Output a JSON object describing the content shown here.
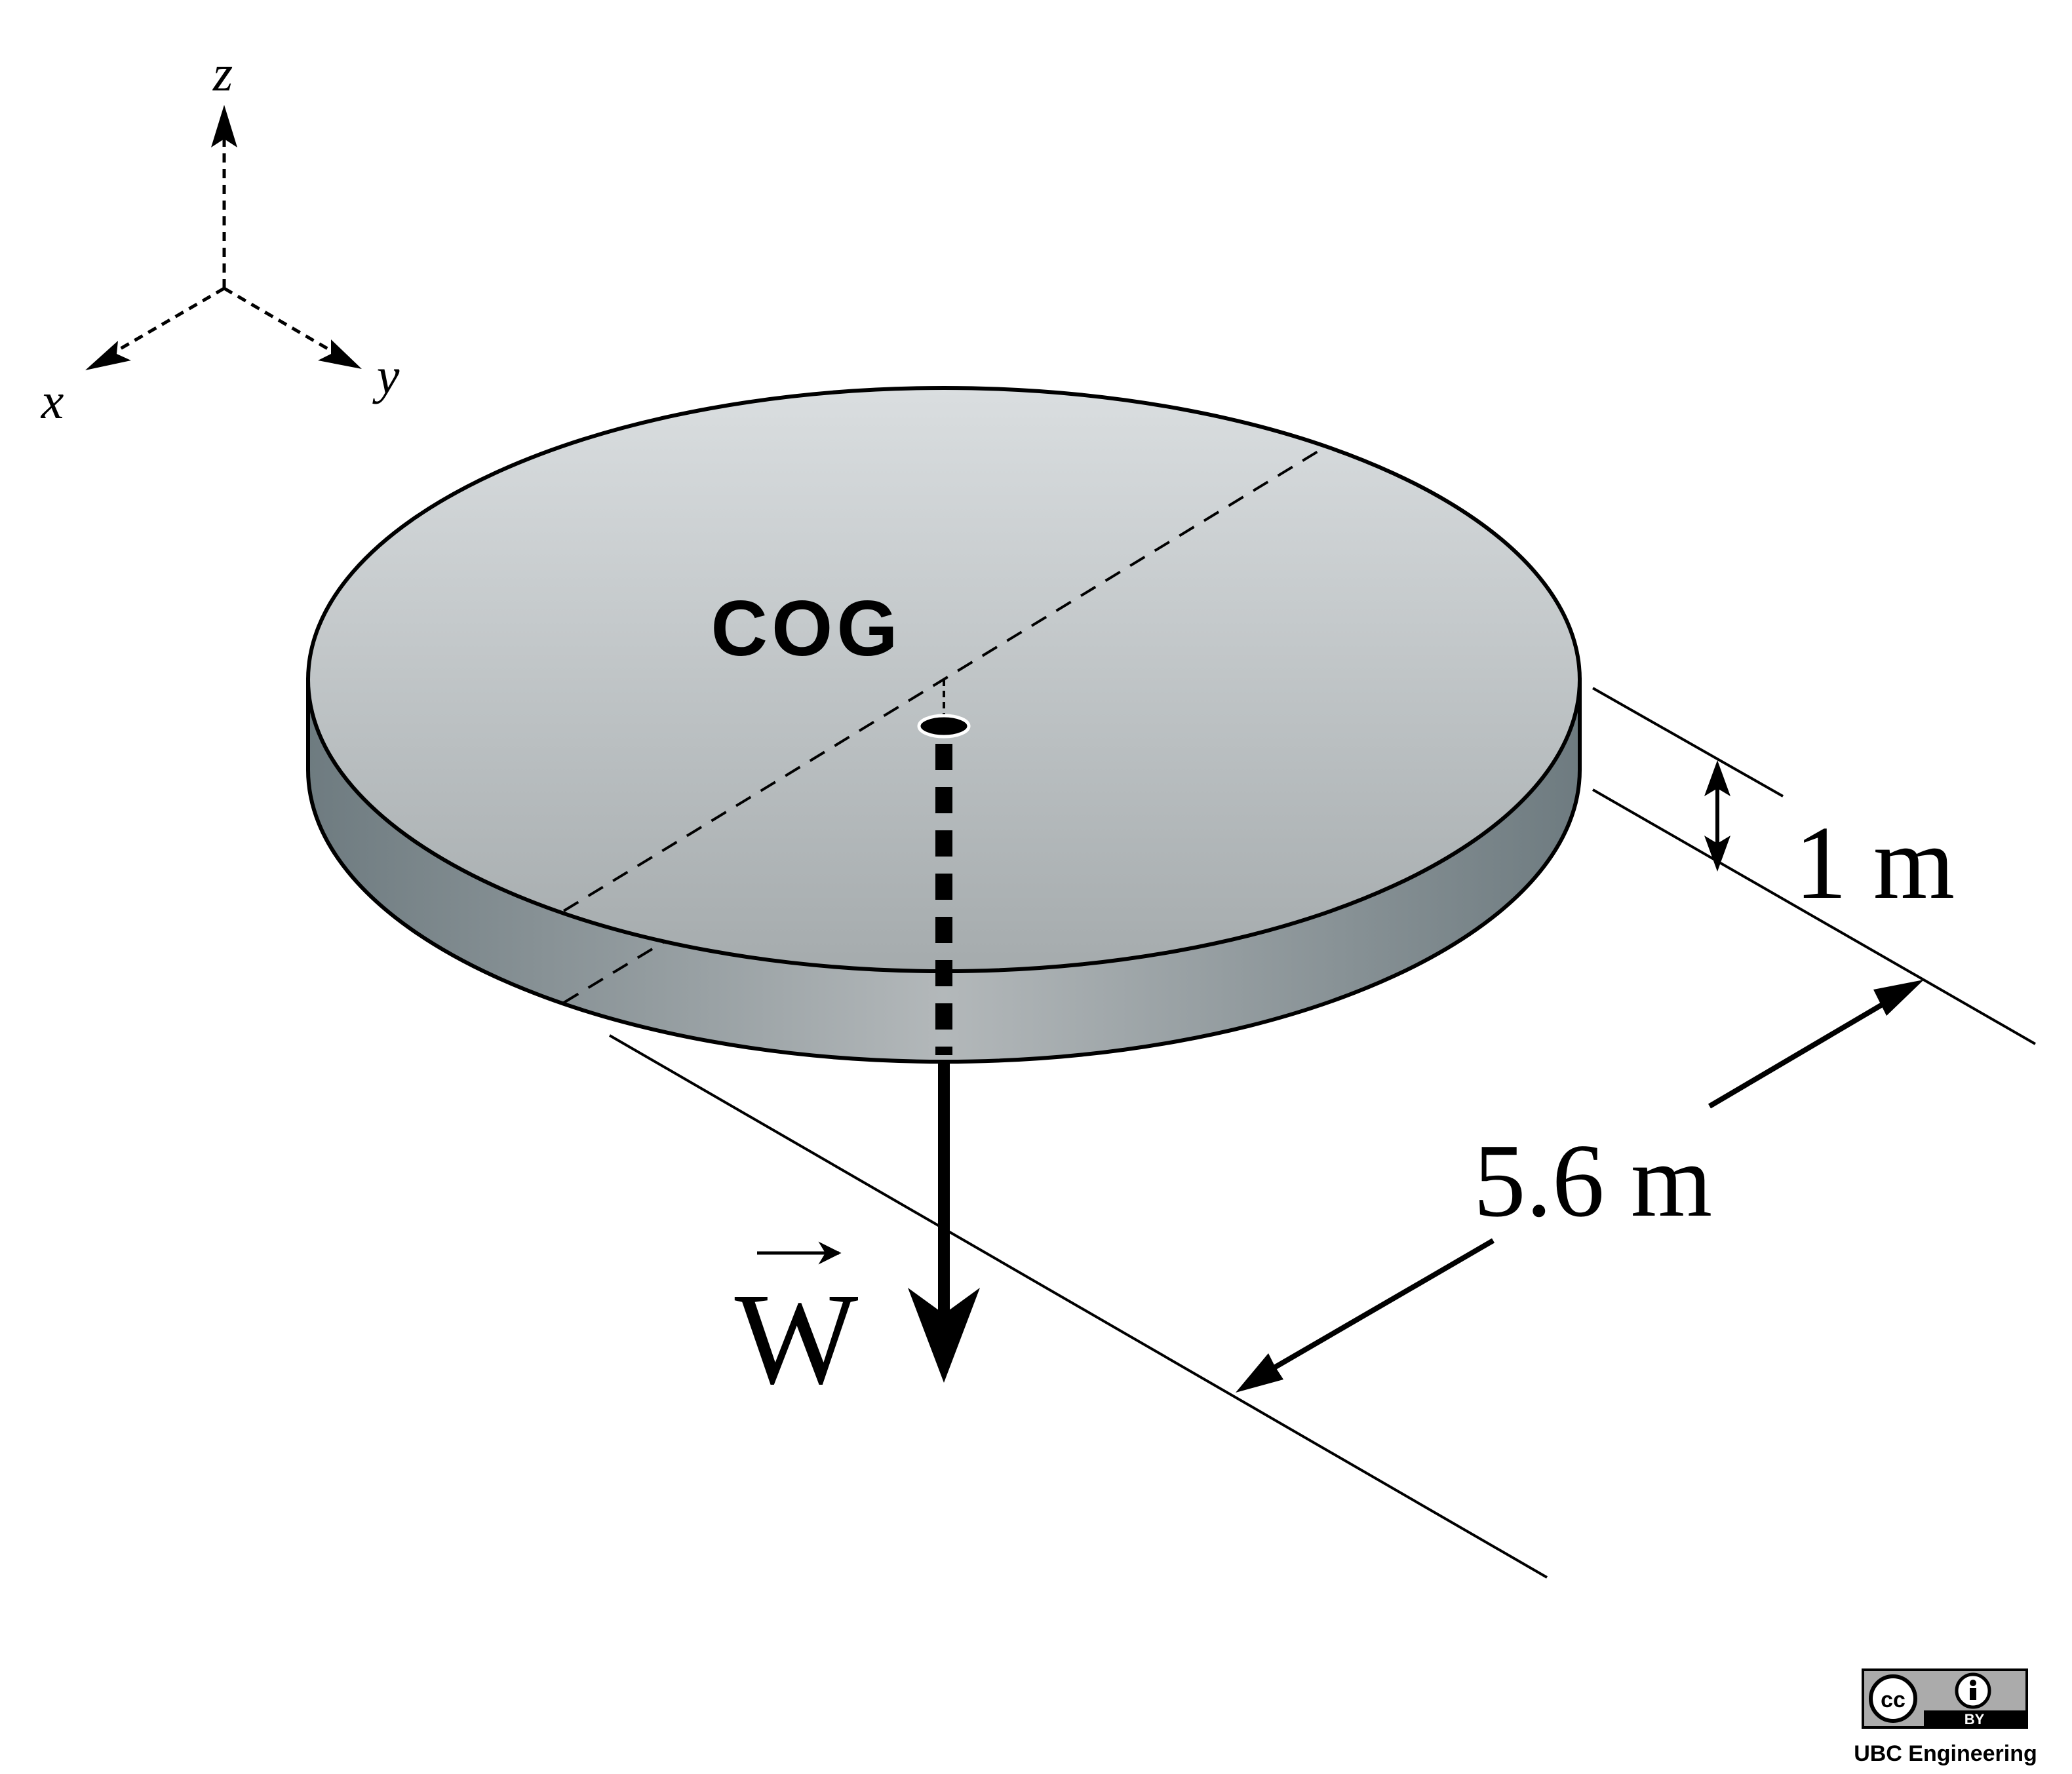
{
  "axes": {
    "z_label": "z",
    "x_label": "x",
    "y_label": "y"
  },
  "disc": {
    "cog_label": "COG",
    "thickness_label": "1 m",
    "diameter_label": "5.6 m",
    "weight_label": "W"
  },
  "license": {
    "cc_text": "cc",
    "by_text": "BY",
    "attribution": "UBC Engineering"
  }
}
